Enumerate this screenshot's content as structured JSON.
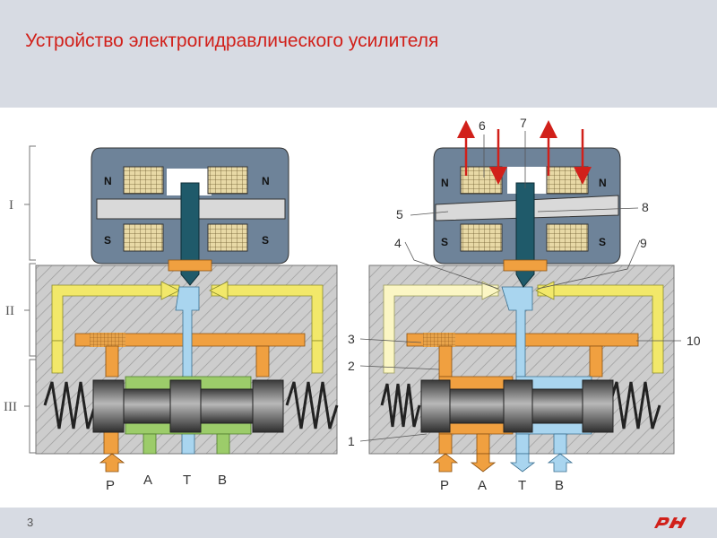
{
  "slide": {
    "title": "Устройство электрогидравлического усилителя",
    "page_number": "3"
  },
  "colors": {
    "title": "#d1201a",
    "header_band": "#d7dbe3",
    "pressure_line": "#f0a040",
    "control_line": "#f2e86a",
    "return_line": "#a9d5ef",
    "port_a_b_line": "#9ccc6a",
    "magnet": "#6e8399",
    "body_hatch": "#b9b9b9",
    "spring": "#222222"
  },
  "stage_labels": [
    "I",
    "II",
    "III"
  ],
  "left_diagram": {
    "magnet_poles": [
      "N",
      "N",
      "S",
      "S"
    ],
    "port_labels": [
      "P",
      "A",
      "T",
      "B"
    ]
  },
  "right_diagram": {
    "magnet_poles": [
      "N",
      "N",
      "S",
      "S"
    ],
    "port_labels": [
      "P",
      "A",
      "T",
      "B"
    ],
    "callouts": [
      "6",
      "7",
      "5",
      "8",
      "4",
      "9",
      "3",
      "10",
      "2",
      "1"
    ]
  },
  "icons": {
    "logo": "rzd-logo-icon",
    "spring": "spring-icon",
    "coil": "coil-icon",
    "flow_arrow": "flow-arrow-icon"
  }
}
